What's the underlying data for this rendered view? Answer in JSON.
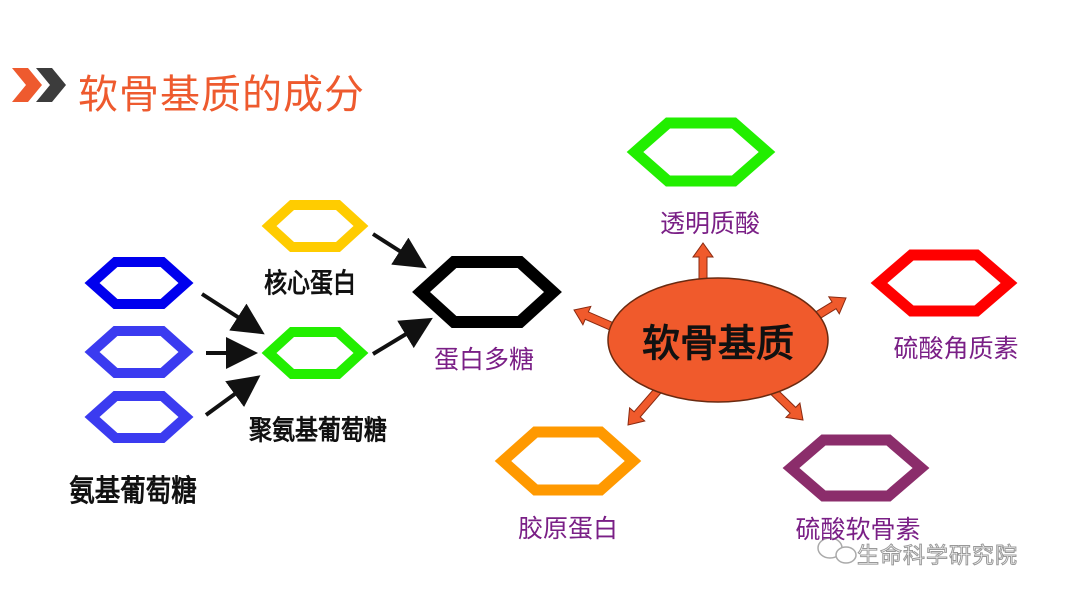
{
  "title": "软骨基质的成分",
  "center_label": "软骨基质",
  "components": {
    "hyaluronic_acid": "透明质酸",
    "keratan_sulfate": "硫酸角质素",
    "chondroitin_sulfate": "硫酸软骨素",
    "collagen": "胶原蛋白",
    "proteoglycan": "蛋白多糖"
  },
  "proteoglycan_parts": {
    "core_protein": "核心蛋白",
    "glycosaminoglycan": "聚氨基葡萄糖",
    "glucosamine": "氨基葡萄糖"
  },
  "watermark": "生命科学研究院",
  "colors": {
    "title": "#ee5a2e",
    "ellipse": "#f05a2c",
    "label_purple": "#7a1f86",
    "green": "#22ee00",
    "red": "#ff0000",
    "purple": "#8b2d6b",
    "orange": "#ff9900",
    "yellow": "#ffcc00",
    "blue_dark": "#0000ee",
    "blue": "#3b3bf0"
  }
}
